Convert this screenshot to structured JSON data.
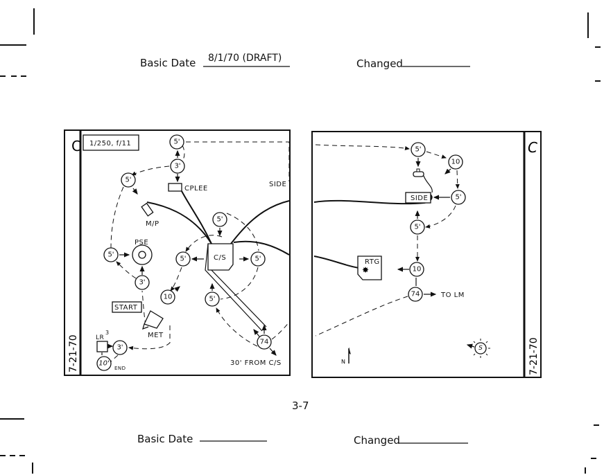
{
  "header": {
    "basic_date_label": "Basic Date",
    "basic_date_value": "8/1/70 (DRAFT)",
    "changed_label": "Changed"
  },
  "footer": {
    "page_number": "3-7",
    "basic_date_label": "Basic Date",
    "changed_label": "Changed"
  },
  "left_panel": {
    "section_letter": "C",
    "date_strip": "7-21-70",
    "camera_setting": "1/250, f/11",
    "labels": {
      "cplee": "CPLEE",
      "side": "SIDE",
      "mp": "M/P",
      "pse": "PSE",
      "cs": "C/S",
      "start": "START",
      "met": "MET",
      "lr3": "LR",
      "lr3_sup": "3",
      "end": "END",
      "from_cs": "30' FROM C/S"
    },
    "stops": [
      "5'",
      "3'",
      "5'",
      "5'",
      "5'",
      "5'",
      "5'",
      "3'",
      "10",
      "5'",
      "74",
      "3'",
      "10'"
    ]
  },
  "right_panel": {
    "section_letter": "C",
    "date_strip": "7-21-70",
    "labels": {
      "side": "SIDE",
      "rtg": "RTG",
      "to_lm": "TO LM",
      "north": "N",
      "sun": "S"
    },
    "stops": [
      "5'",
      "10",
      "5'",
      "5'",
      "10",
      "74"
    ]
  }
}
